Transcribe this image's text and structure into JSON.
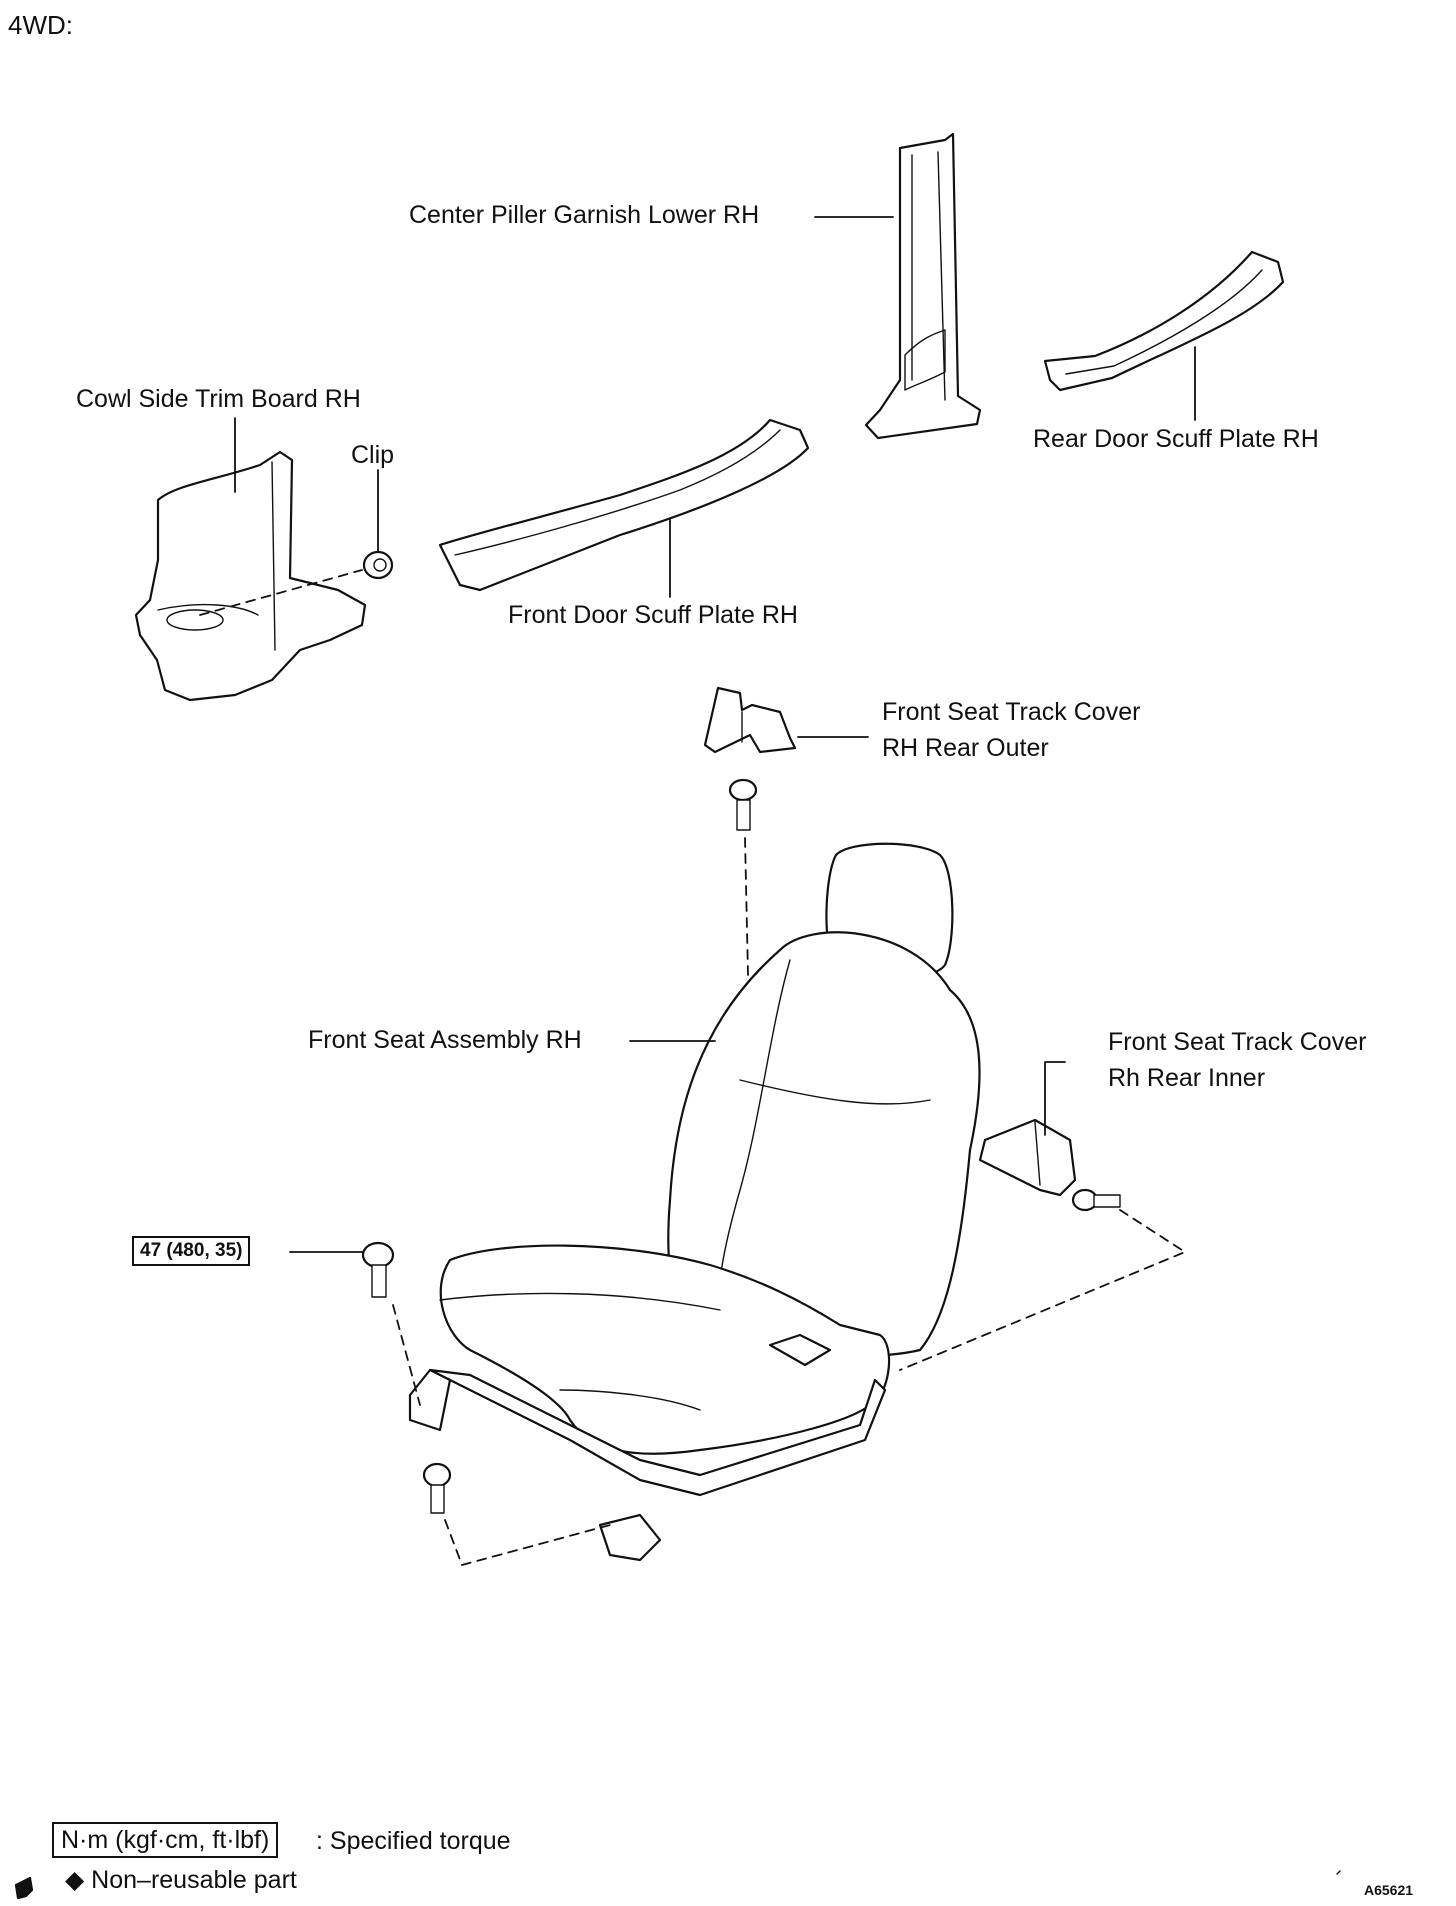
{
  "header": {
    "variant": "4WD:"
  },
  "labels": {
    "center_pillar": "Center Piller Garnish Lower RH",
    "rear_scuff": "Rear Door Scuff Plate RH",
    "cowl_side": "Cowl Side Trim Board RH",
    "clip": "Clip",
    "front_scuff": "Front Door Scuff Plate RH",
    "track_cover_outer_1": "Front Seat Track Cover",
    "track_cover_outer_2": "RH Rear Outer",
    "seat_assembly": "Front Seat Assembly RH",
    "track_cover_inner_1": "Front Seat Track Cover",
    "track_cover_inner_2": "Rh Rear Inner"
  },
  "torque_spec": "47 (480, 35)",
  "legend": {
    "torque_units": "N·m (kgf·cm, ft·lbf)",
    "torque_desc": ": Specified torque",
    "nonreusable": "◆ Non–reusable part"
  },
  "figure_code": "A65621"
}
